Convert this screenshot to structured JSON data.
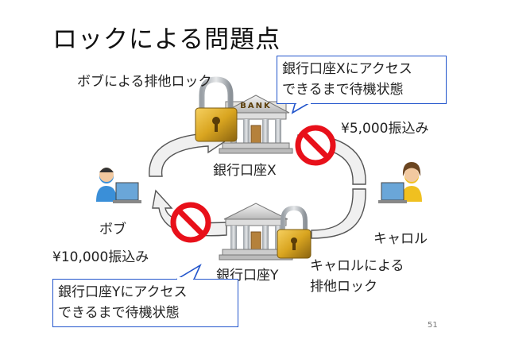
{
  "title": "ロックによる問題点",
  "bob_lock_label": "ボブによる排他ロック",
  "callout_x": {
    "line1": "銀行口座Xにアクセス",
    "line2": "できるまで待機状態"
  },
  "transfer_x": "¥5,000振込み",
  "bank_x_label": "銀行口座X",
  "bank_sign": "BANK",
  "bob_label": "ボブ",
  "carol_label": "キャロル",
  "transfer_y": "¥10,000振込み",
  "bank_y_label": "銀行口座Y",
  "carol_lock_label": {
    "line1": "キャロルによる",
    "line2": "排他ロック"
  },
  "callout_y": {
    "line1": "銀行口座Yにアクセス",
    "line2": "できるまで待機状態"
  },
  "page_number": "51",
  "colors": {
    "callout_border": "#2255cc",
    "prohibit_red": "#e8101a",
    "lock_gold": "#d9a520"
  }
}
